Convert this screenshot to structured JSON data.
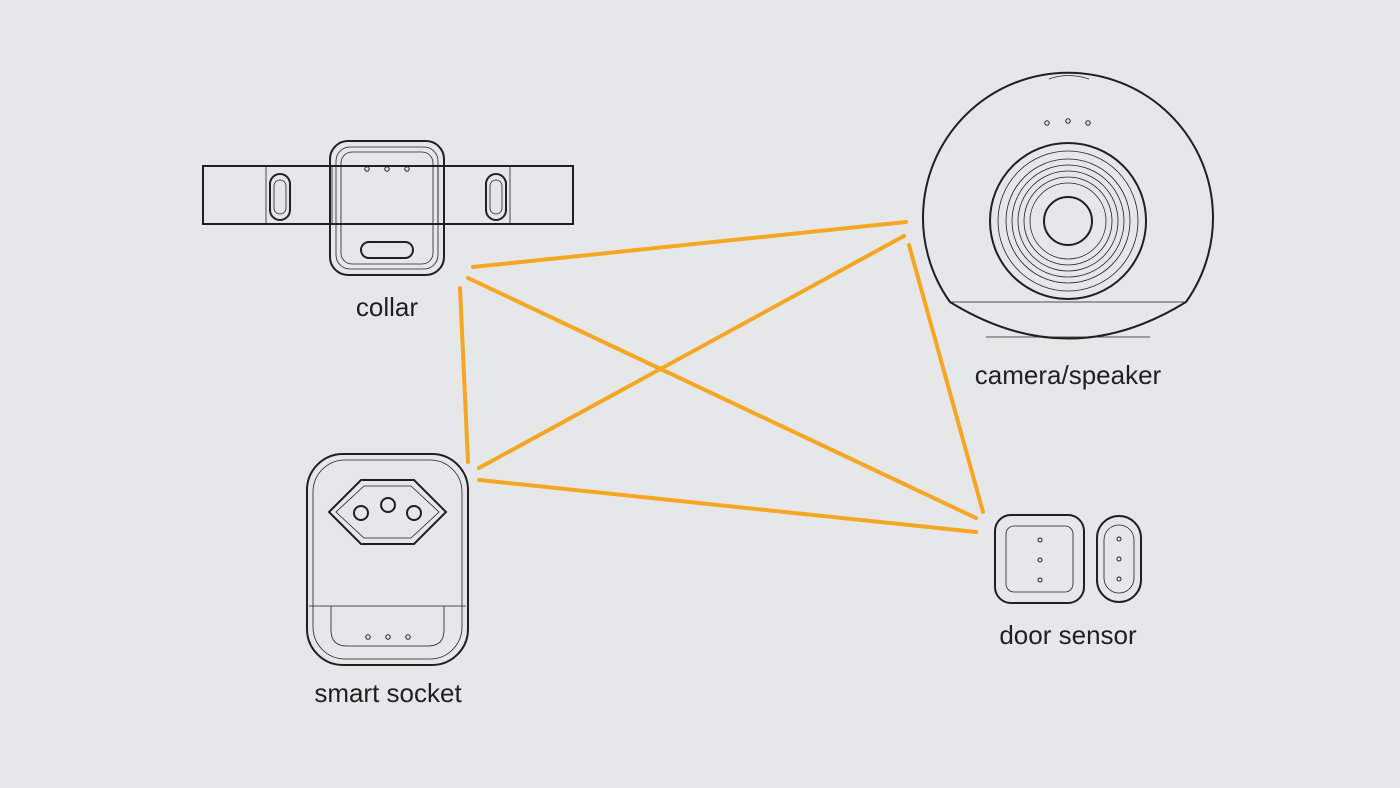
{
  "diagram": {
    "devices": [
      {
        "id": "collar",
        "label": "collar"
      },
      {
        "id": "camera",
        "label": "camera/speaker"
      },
      {
        "id": "socket",
        "label": "smart socket"
      },
      {
        "id": "door",
        "label": "door sensor"
      }
    ],
    "connections": [
      {
        "from": "collar",
        "to": "camera"
      },
      {
        "from": "collar",
        "to": "socket"
      },
      {
        "from": "collar",
        "to": "door"
      },
      {
        "from": "socket",
        "to": "camera"
      },
      {
        "from": "socket",
        "to": "door"
      },
      {
        "from": "camera",
        "to": "door"
      }
    ],
    "colors": {
      "link": "#f5a623",
      "outline": "#231f20",
      "background": "#e6e7e8"
    }
  }
}
